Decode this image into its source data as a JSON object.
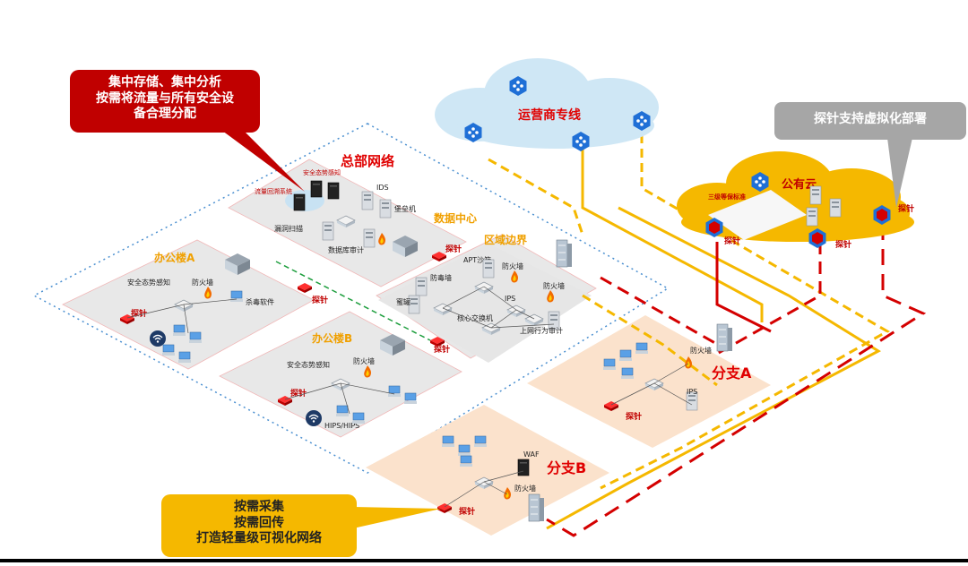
{
  "callouts": {
    "red": [
      "集中存储、集中分析",
      "按需将流量与所有安全设",
      "备合理分配"
    ],
    "gray": "探针支持虚拟化部署",
    "yellow": [
      "按需采集",
      "按需回传",
      "打造轻量级可视化网络"
    ]
  },
  "clouds": {
    "isp": "运营商专线",
    "public": "公有云",
    "compliance": "三级等保标准"
  },
  "zones": {
    "hq": "总部网络",
    "datacenter": "数据中心",
    "border": "区域边界",
    "officeA": "办公楼A",
    "officeB": "办公楼B",
    "branchA": "分支A",
    "branchB": "分支B"
  },
  "devices": {
    "situation_awareness": "安全态势感知",
    "traffic_backtrack": "流量回溯系统",
    "ids": "IDS",
    "bastion": "堡垒机",
    "vuln_scan": "漏洞扫描",
    "db_audit": "数据库审计",
    "apt_sandbox": "APT沙箱",
    "firewall": "防火墙",
    "antivirus_wall": "防毒墙",
    "ips": "IPS",
    "honeypot": "蜜罐",
    "core_switch": "核心交换机",
    "web_audit": "上网行为审计",
    "antivirus_sw": "杀毒软件",
    "hips": "HIPS/HIPS",
    "waf": "WAF"
  },
  "probe": "探针",
  "colors": {
    "red": "#c00000",
    "yellow": "#f5b800",
    "gray": "#a6a6a6",
    "hex_blue": "#1f6fd6",
    "cloud_isp": "#cfe7f5",
    "cloud_public": "#f5b800",
    "zone_gray": "#e6e6e6",
    "zone_peach": "#fbe2cc"
  }
}
